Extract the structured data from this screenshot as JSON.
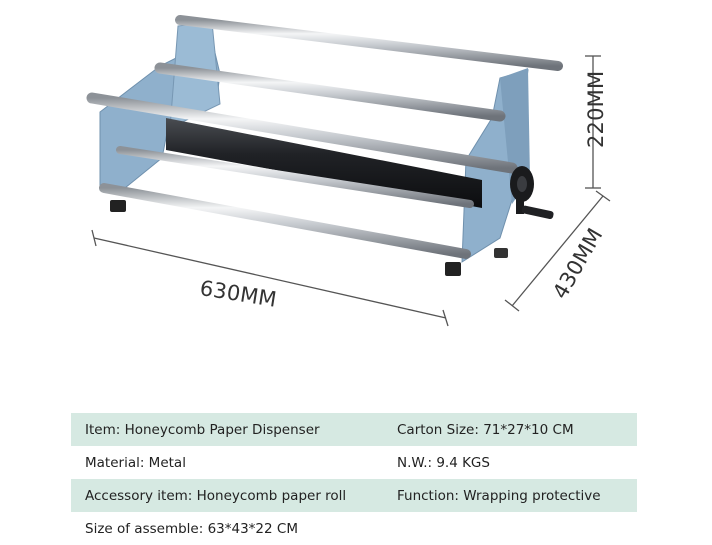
{
  "dimensions": {
    "width": "630MM",
    "height": "220MM",
    "depth": "430MM"
  },
  "colors": {
    "frame": "#8fb0cc",
    "row_shade": "#d6e9e2"
  },
  "specs": [
    [
      "Item: Honeycomb Paper Dispenser",
      "Carton Size: 71*27*10 CM"
    ],
    [
      "Material: Metal",
      "N.W.: 9.4 KGS"
    ],
    [
      "Accessory item: Honeycomb paper roll",
      "Function: Wrapping protective"
    ],
    [
      "Size of assemble: 63*43*22 CM",
      ""
    ]
  ]
}
